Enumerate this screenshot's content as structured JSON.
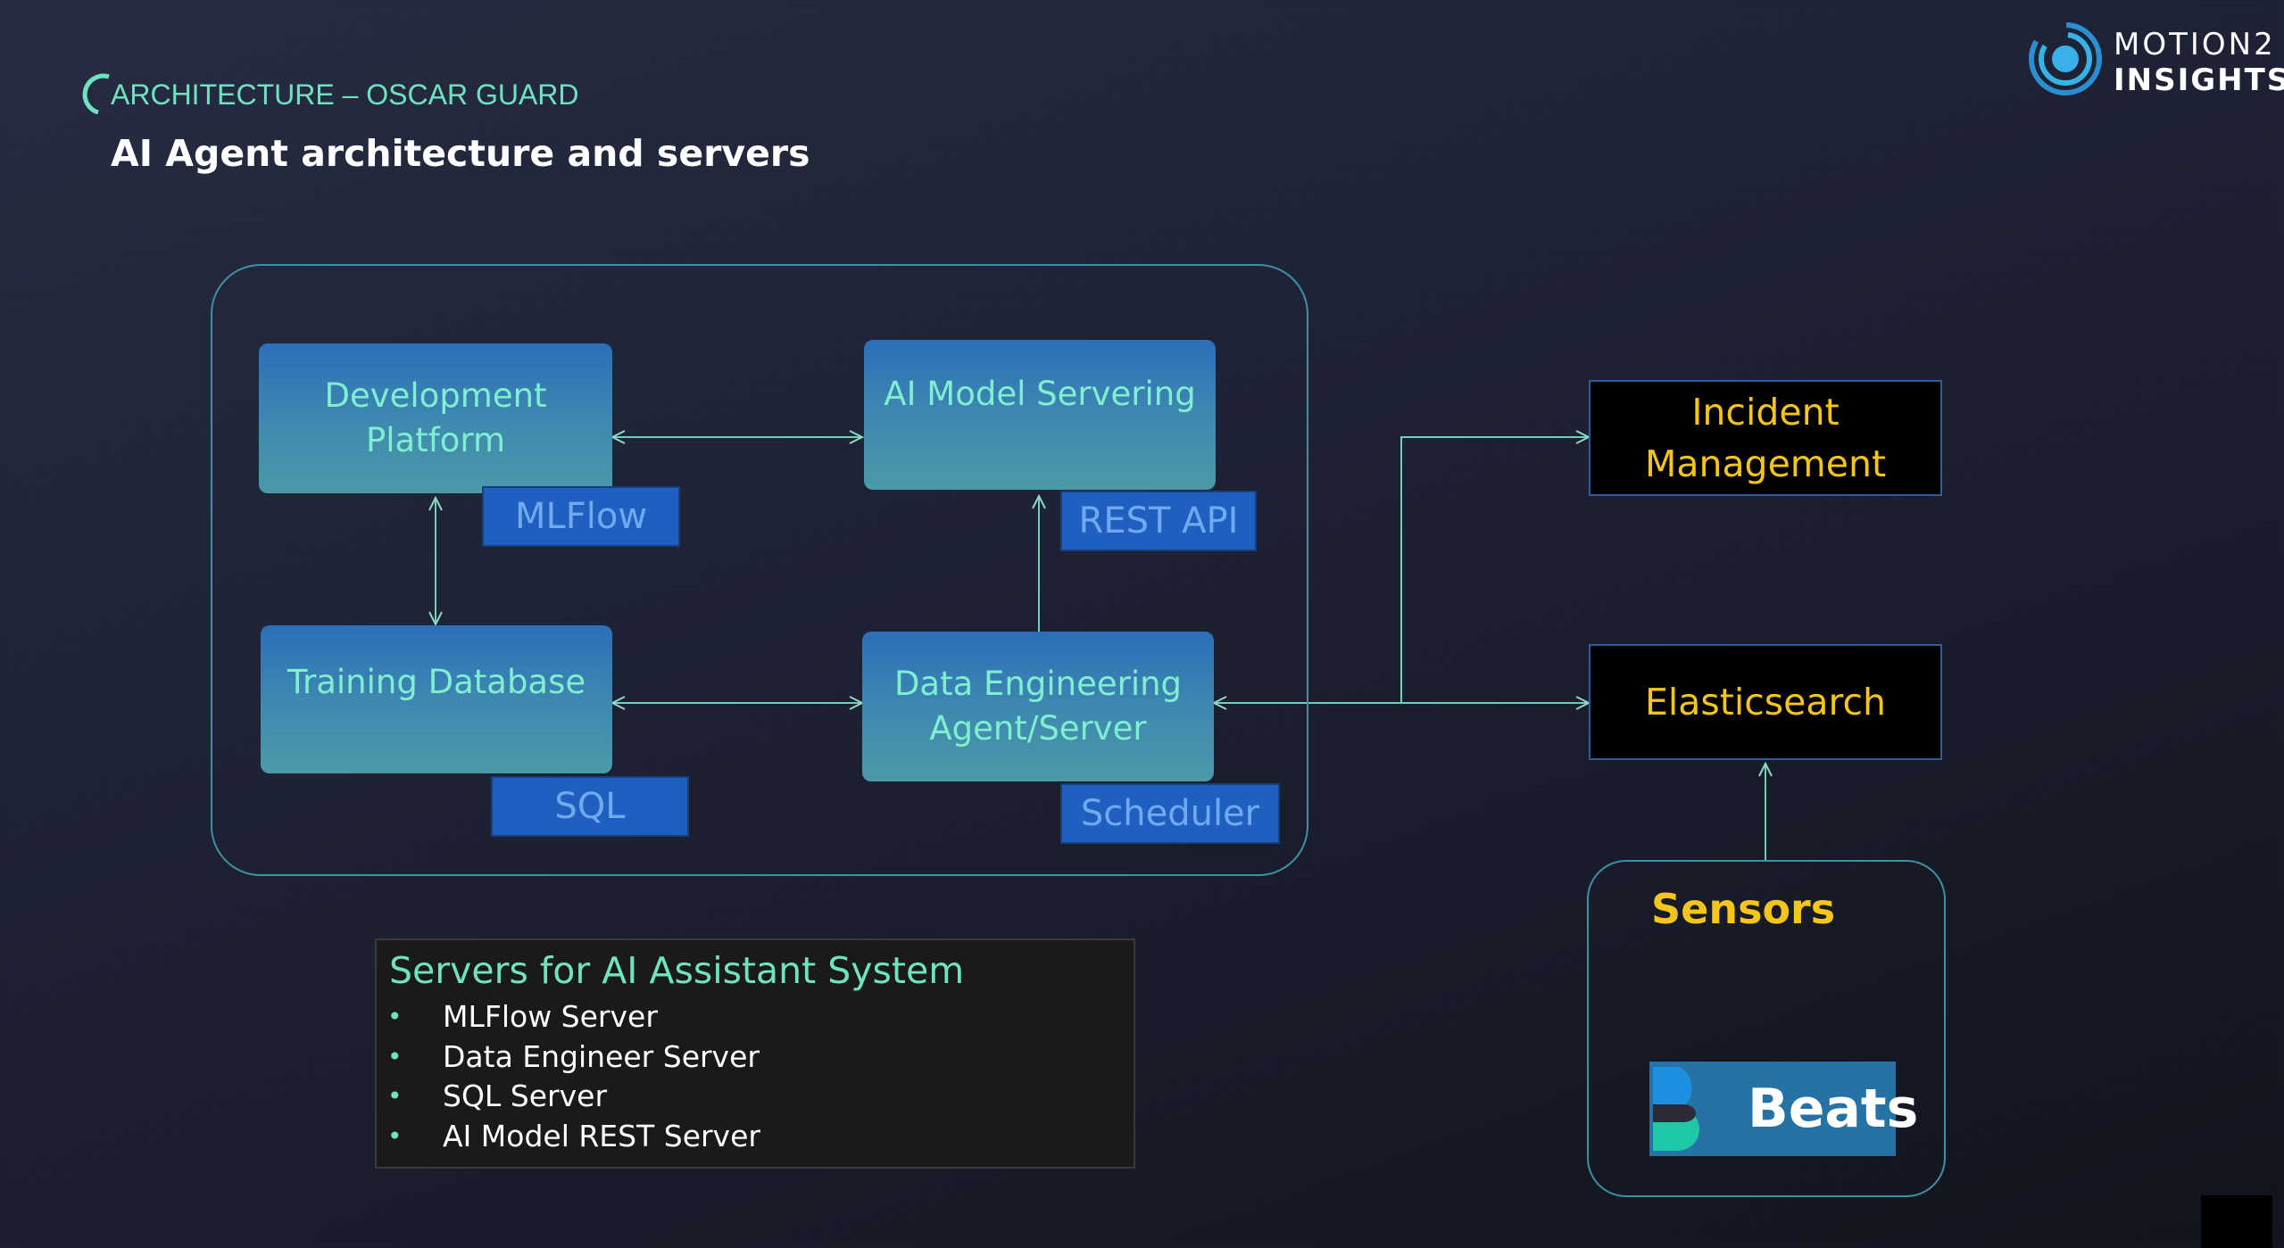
{
  "header": {
    "section": "ARCHITECTURE – OSCAR GUARD",
    "title": "AI Agent architecture and servers",
    "logo_line1": "MOTION2",
    "logo_line2": "INSIGHTS"
  },
  "nodes": {
    "dev_platform": {
      "line1": "Development",
      "line2": "Platform"
    },
    "ai_model": "AI Model Servering",
    "training_db": "Training Database",
    "data_eng": {
      "line1": "Data Engineering",
      "line2": "Agent/Server"
    },
    "incident": {
      "line1": "Incident",
      "line2": "Management"
    },
    "elastic": "Elasticsearch"
  },
  "tags": {
    "mlflow": "MLFlow",
    "rest": "REST API",
    "sql": "SQL",
    "scheduler": "Scheduler"
  },
  "sensors": {
    "title": "Sensors",
    "beats": "Beats"
  },
  "servers": {
    "title": "Servers for AI Assistant System",
    "items": [
      "MLFlow Server",
      "Data Engineer Server",
      "SQL Server",
      "AI Model REST Server"
    ]
  },
  "colors": {
    "accent_green": "#6fe3bf",
    "highlight_yellow": "#f5c518",
    "tag_blue": "#1f5fbf"
  }
}
